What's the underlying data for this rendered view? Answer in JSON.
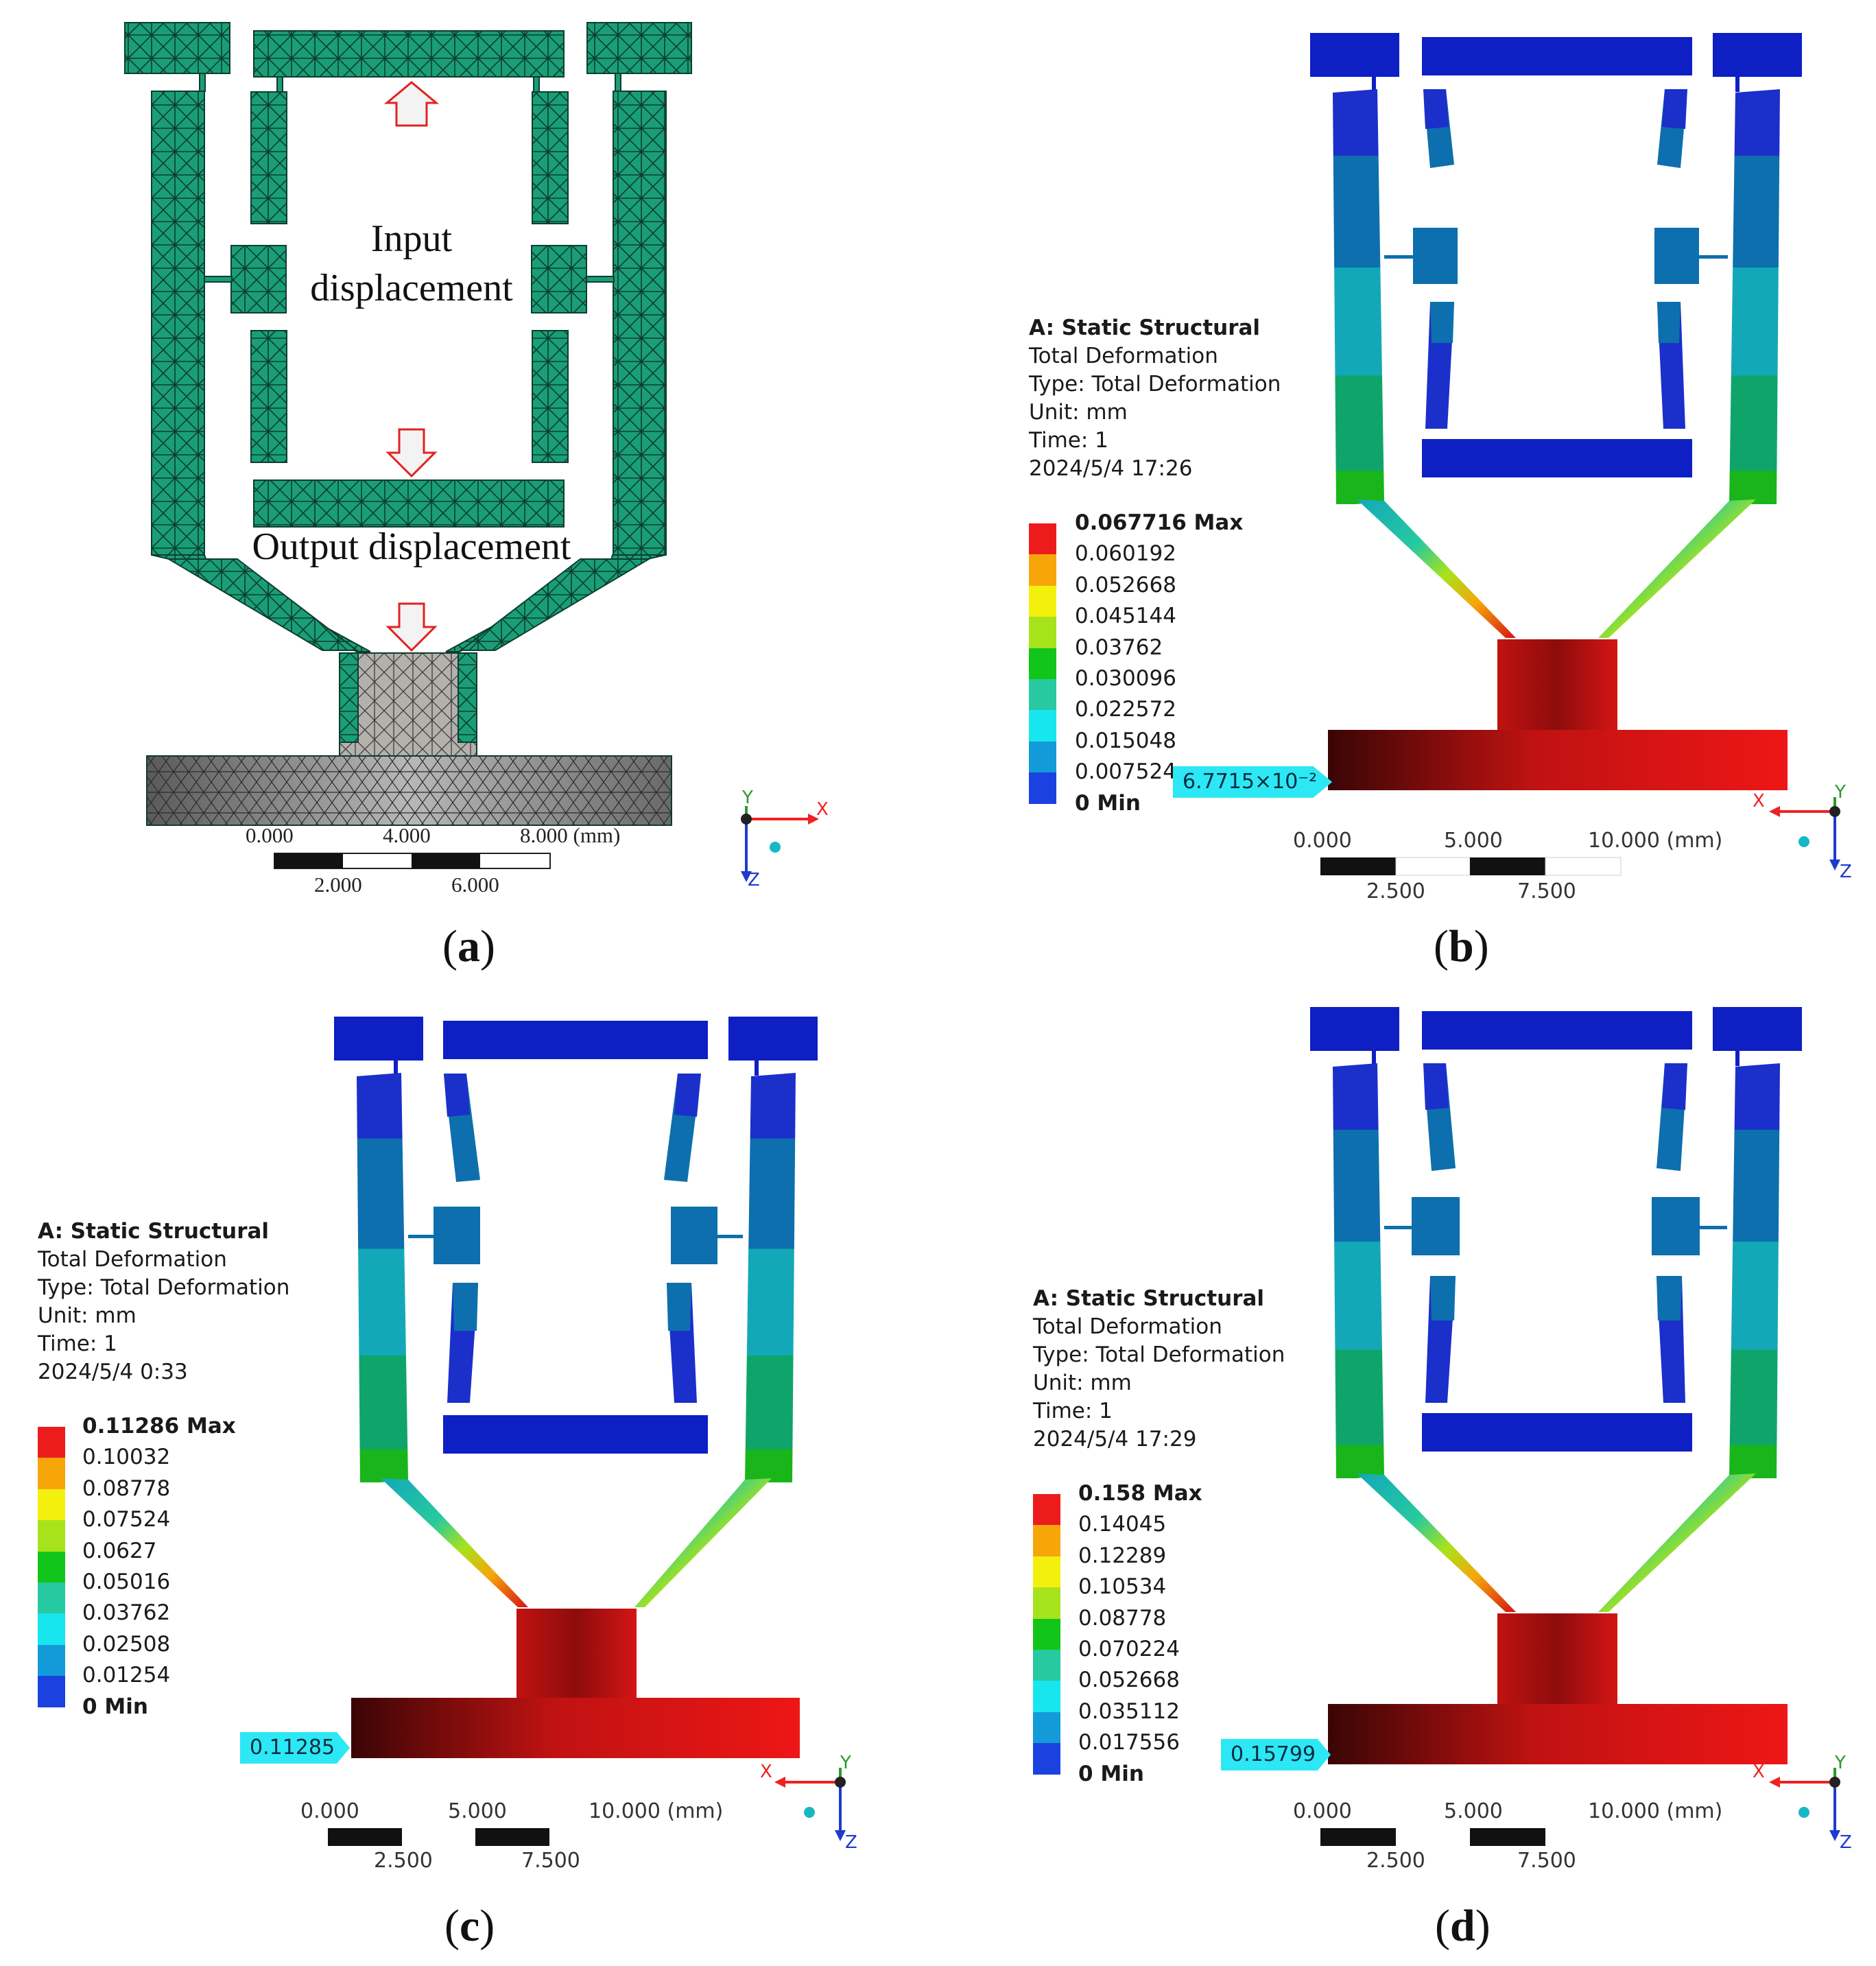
{
  "panel_a": {
    "caption_letter": "a",
    "input_label_line1": "Input",
    "input_label_line2": "displacement",
    "output_label": "Output displacement",
    "scale_top": [
      "0.000",
      "4.000",
      "8.000 (mm)"
    ],
    "scale_bottom": [
      "2.000",
      "6.000"
    ],
    "axes": {
      "x": "X",
      "y": "Y",
      "z": "Z"
    }
  },
  "panels": [
    {
      "id": "b",
      "caption_letter": "b",
      "legend": [
        "A: Static Structural",
        "Total Deformation",
        "Type: Total Deformation",
        "Unit: mm",
        "Time: 1",
        "2024/5/4 17:26"
      ],
      "scale_values": [
        "0.067716 Max",
        "0.060192",
        "0.052668",
        "0.045144",
        "0.03762",
        "0.030096",
        "0.022572",
        "0.015048",
        "0.007524",
        "0 Min"
      ],
      "probe": "6.7715×10⁻²",
      "scale_top": [
        "0.000",
        "5.000",
        "10.000 (mm)"
      ],
      "scale_bottom": [
        "2.500",
        "7.500"
      ],
      "axes": {
        "x": "X",
        "y": "Y",
        "z": "Z"
      }
    },
    {
      "id": "c",
      "caption_letter": "c",
      "legend": [
        "A: Static Structural",
        "Total Deformation",
        "Type: Total Deformation",
        "Unit: mm",
        "Time: 1",
        "2024/5/4 0:33"
      ],
      "scale_values": [
        "0.11286 Max",
        "0.10032",
        "0.08778",
        "0.07524",
        "0.0627",
        "0.05016",
        "0.03762",
        "0.02508",
        "0.01254",
        "0 Min"
      ],
      "probe": "0.11285",
      "scale_top": [
        "0.000",
        "5.000",
        "10.000 (mm)"
      ],
      "scale_bottom": [
        "2.500",
        "7.500"
      ],
      "axes": {
        "x": "X",
        "y": "Y",
        "z": "Z"
      }
    },
    {
      "id": "d",
      "caption_letter": "d",
      "legend": [
        "A: Static Structural",
        "Total Deformation",
        "Type: Total Deformation",
        "Unit: mm",
        "Time: 1",
        "2024/5/4 17:29"
      ],
      "scale_values": [
        "0.158 Max",
        "0.14045",
        "0.12289",
        "0.10534",
        "0.08778",
        "0.070224",
        "0.052668",
        "0.035112",
        "0.017556",
        "0 Min"
      ],
      "probe": "0.15799",
      "scale_top": [
        "0.000",
        "5.000",
        "10.000 (mm)"
      ],
      "scale_bottom": [
        "2.500",
        "7.500"
      ],
      "axes": {
        "x": "X",
        "y": "Y",
        "z": "Z"
      }
    }
  ],
  "colors": {
    "mesh_green": "#1a9e78",
    "mesh_gray": "#b4b1ac",
    "contour": [
      "#ec1c1c",
      "#f7a60a",
      "#f4f00e",
      "#a7e31a",
      "#11c51a",
      "#27c9a0",
      "#17e6ef",
      "#139bd9",
      "#1b42e0",
      "#121ed6"
    ],
    "deep_blue": "#0e1fc4",
    "body_blue": "#0d6fad",
    "body_teal": "#13a8b8",
    "body_green": "#0fa56a",
    "output_red": "#d41515",
    "probe_cyan": "#2ce8f5"
  }
}
